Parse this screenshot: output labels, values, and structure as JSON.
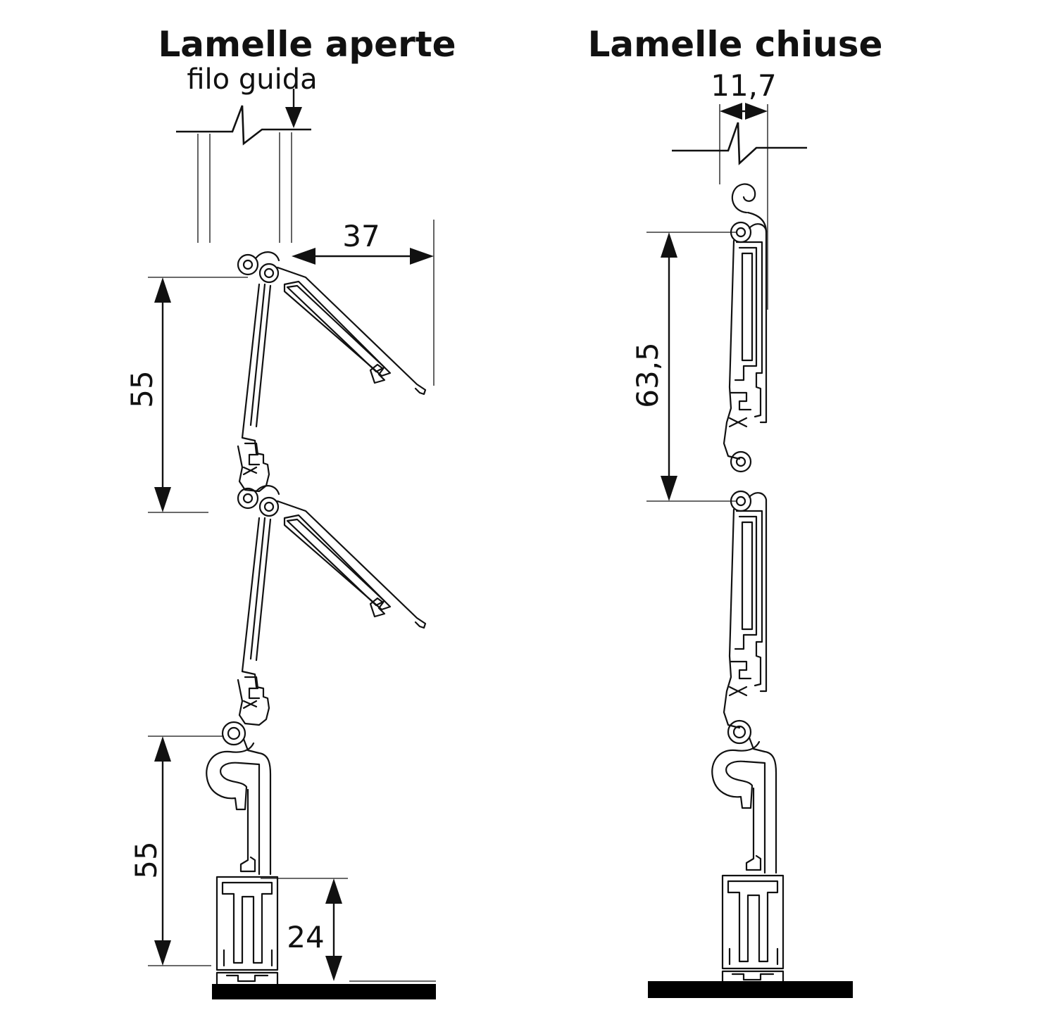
{
  "titles": {
    "open": "Lamelle aperte",
    "closed": "Lamelle chiuse"
  },
  "labels": {
    "guide": "filo guida"
  },
  "dimensions": {
    "open_width": "37",
    "open_pitch_top": "55",
    "open_pitch_bottom": "55",
    "bottom_profile": "24",
    "closed_thickness": "11,7",
    "closed_pitch": "63,5"
  },
  "colors": {
    "line": "#111111",
    "floor": "#000000",
    "background": "#ffffff"
  }
}
